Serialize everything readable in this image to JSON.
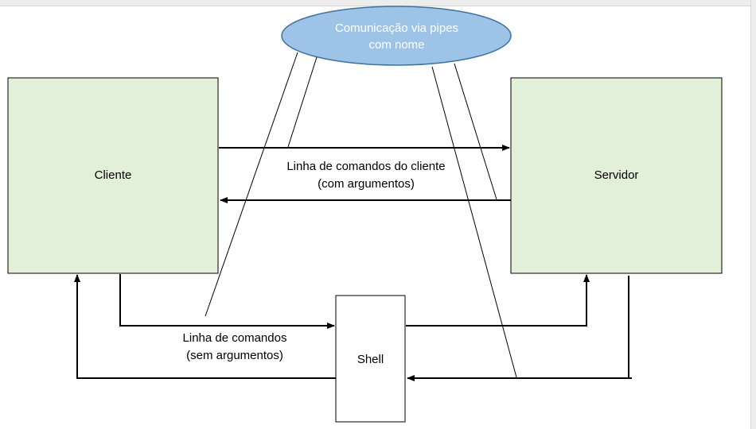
{
  "colors": {
    "box_fill": "#e2f0d9",
    "box_stroke": "#000000",
    "ellipse_fill": "#9dc3e6",
    "ellipse_stroke": "#41719c",
    "ellipse_text": "#ffffff",
    "line": "#000000"
  },
  "nodes": {
    "cliente": "Cliente",
    "servidor": "Servidor",
    "shell": "Shell",
    "pipes_line1": "Comunicação via pipes",
    "pipes_line2": "com nome"
  },
  "edge_labels": {
    "client_args_line1": "Linha de comandos do cliente",
    "client_args_line2": "(com argumentos)",
    "no_args_line1": "Linha de comandos",
    "no_args_line2": "(sem argumentos)"
  }
}
